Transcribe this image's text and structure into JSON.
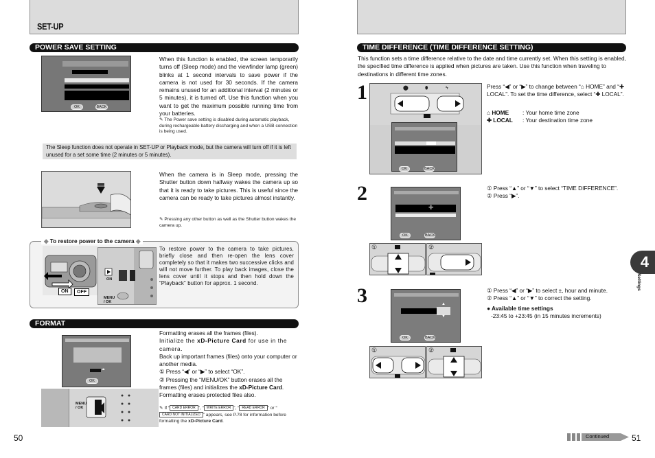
{
  "left": {
    "header_title": "SET-UP",
    "page_number": "50",
    "power_save": {
      "heading": "POWER SAVE SETTING",
      "body": "When this function is enabled, the screen temporarily turns off (Sleep mode) and the viewfinder lamp (green) blinks at 1 second intervals to save power if the camera is not used for 30 seconds. If the camera remains unused for an additional interval (2 minutes or 5 minutes), it is turned off. Use this function when you want to get the maximum possible running time from your batteries.",
      "note": "The Power save setting is disabled during automatic playback, during rechargeable battery discharging and when a USB connection is being used.",
      "lcd_ok": "OK",
      "lcd_back": "BACK",
      "notice": "The Sleep function does not operate in SET-UP or Playback mode, but the camera will turn off if it is left unused for a set some time (2 minutes or 5 minutes).",
      "sleep_body": "When the camera is in Sleep mode, pressing the Shutter button down halfway wakes the camera up so that it is ready to take pictures. This is useful since the camera can be ready to take pictures almost instantly.",
      "sleep_note": "Pressing any other button as well as the Shutter button wakes the camera up."
    },
    "restore": {
      "heading": "To restore power to the camera",
      "body": "To restore power to the camera to take pictures, briefly close and then re-open the lens cover completely so that it makes two successive clicks and will not move further. To play back images, close the lens cover until it stops and then hold down the “Playback” button for approx. 1 second.",
      "label_on": "ON",
      "label_off": "OFF",
      "label_on2": "ON",
      "label_menu": "MENU",
      "label_ok": "/ OK"
    },
    "format": {
      "heading": "FORMAT",
      "body1": "Formatting erases all the frames (files).",
      "body2_pre": "Initialize the ",
      "body2_bold": "xD-Picture Card",
      "body2_post": " for use in the camera.",
      "body3": "Back up important frames (files) onto your computer or another media.",
      "step1": "① Press “◀” or “▶” to select “OK”.",
      "step2_pre": "② Pressing the “MENU/OK” button erases all the frames (files) and initializes the ",
      "step2_bold": "xD-Picture Card",
      "step2_post": ".",
      "body4": "Formatting erases protected files also.",
      "note_pre": "If “",
      "chip1": "CARD ERROR",
      "chip2": "WRITE ERROR",
      "chip3": "READ ERROR",
      "chip4": "CARD NOT INITIALIZED",
      "note_mid": "” appears, see P.78 for information before formatting the ",
      "note_bold": "xD-Picture Card",
      "note_end": ".",
      "lcd_ok": "OK",
      "label_menu": "MENU",
      "label_ok": "/ OK"
    }
  },
  "right": {
    "page_number": "51",
    "chapter": "4",
    "side_label": "Settings",
    "continued": "Continued",
    "time_diff": {
      "heading": "TIME DIFFERENCE (TIME DIFFERENCE SETTING)",
      "intro": "This function sets a time difference relative to the date and time currently set. When this setting is enabled, the specified time difference is applied when pictures are taken. Use this function when traveling to destinations in different time zones.",
      "step1_num": "1",
      "step1_text": "Press “◀” or “▶” to change between “⌂ HOME” and “✚ LOCAL”. To set the time difference, select “✚ LOCAL”.",
      "home_label": "⌂ HOME",
      "home_desc": ": Your home time zone",
      "local_label": "✚ LOCAL",
      "local_desc": ": Your destination time zone",
      "step2_num": "2",
      "step2_line1": "① Press “▲” or “▼” to select “TIME DIFFERENCE”.",
      "step2_line2": "② Press “▶”.",
      "step3_num": "3",
      "step3_line1": "① Press “◀” or “▶” to select ±, hour and minute.",
      "step3_line2": "② Press “▲” or “▼” to correct the setting.",
      "avail_heading": "● Available time settings",
      "avail_range": "-23:45 to +23:45 (in 15 minutes increments)",
      "lcd_ok": "OK",
      "lcd_back": "BACK",
      "circle1": "①",
      "circle2": "②"
    }
  }
}
